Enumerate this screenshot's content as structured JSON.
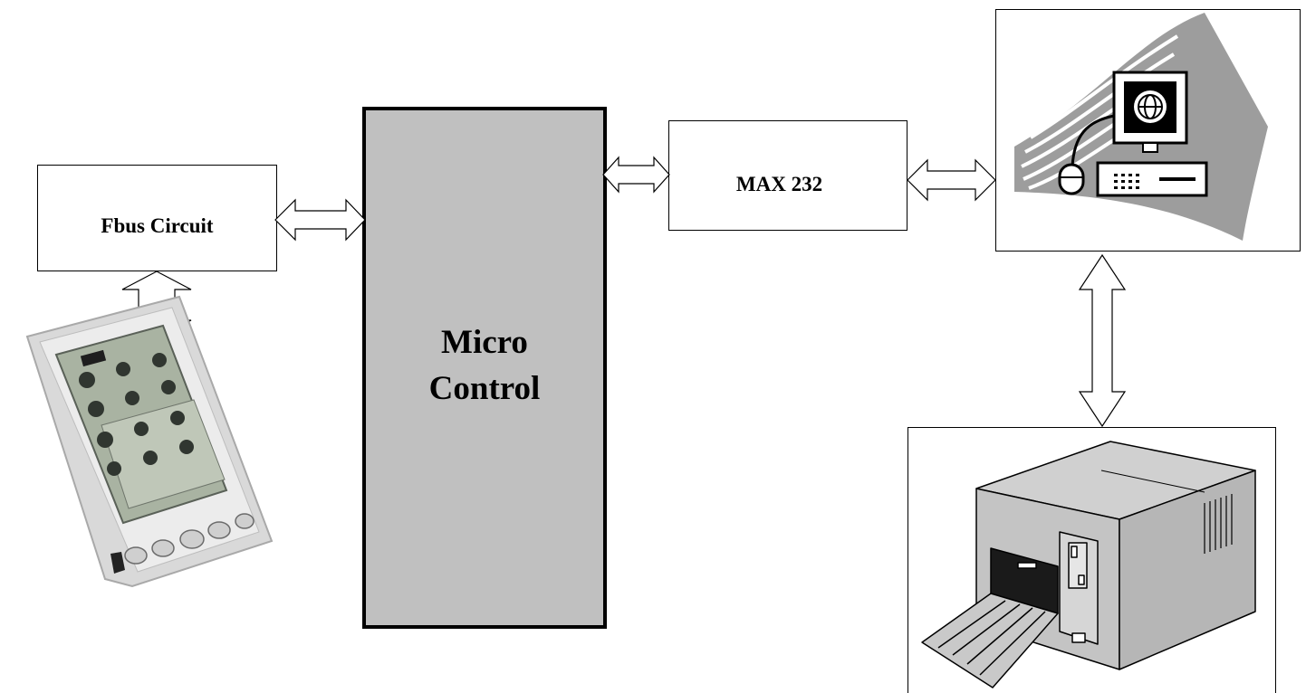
{
  "diagram": {
    "nodes": {
      "fbus": {
        "label": "Fbus Circuit"
      },
      "micro": {
        "line1": "Micro",
        "line2": "Control"
      },
      "max232": {
        "label": "MAX 232"
      },
      "computer": {
        "icon": "computer-icon"
      },
      "printer": {
        "icon": "printer-icon"
      },
      "pda": {
        "icon": "pda-device-icon"
      }
    },
    "connections": [
      {
        "from": "fbus",
        "to": "micro",
        "type": "bidirectional"
      },
      {
        "from": "micro",
        "to": "max232",
        "type": "bidirectional"
      },
      {
        "from": "max232",
        "to": "computer",
        "type": "bidirectional"
      },
      {
        "from": "fbus",
        "to": "pda",
        "type": "bidirectional"
      },
      {
        "from": "computer",
        "to": "printer",
        "type": "bidirectional"
      }
    ],
    "colors": {
      "micro_fill": "#c0c0c0",
      "line": "#000000",
      "background": "#ffffff"
    }
  }
}
